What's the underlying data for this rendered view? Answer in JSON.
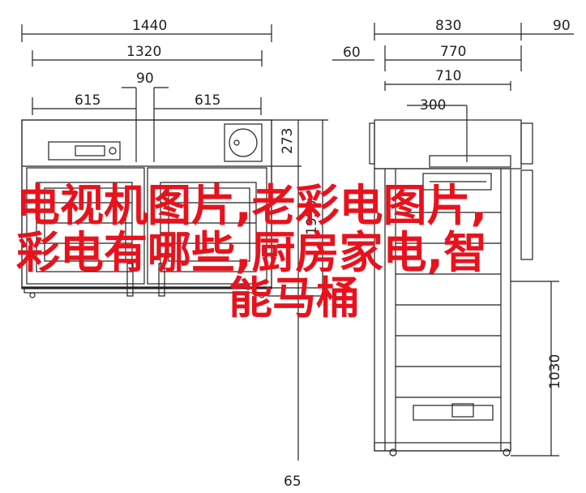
{
  "dimensions": {
    "front_width_total": "1440",
    "front_width_inner": "1320",
    "center_gap": "90",
    "left_door": "615",
    "right_door": "615",
    "top_panel": "273",
    "door_height": "1950",
    "clearance_bottom": "65",
    "side_depth_total": "830",
    "side_depth_770": "770",
    "side_depth_710": "710",
    "side_300": "300",
    "side_offset_60": "60",
    "side_offset_90": "90",
    "side_height_1030": "1030"
  },
  "overlay": {
    "line1": "电视机图片,老彩电图片,",
    "line2": "彩电有哪些,厨房家电,智",
    "line3": "能马桶"
  },
  "colors": {
    "line": "#222222",
    "overlay_text": "#e8121d"
  }
}
